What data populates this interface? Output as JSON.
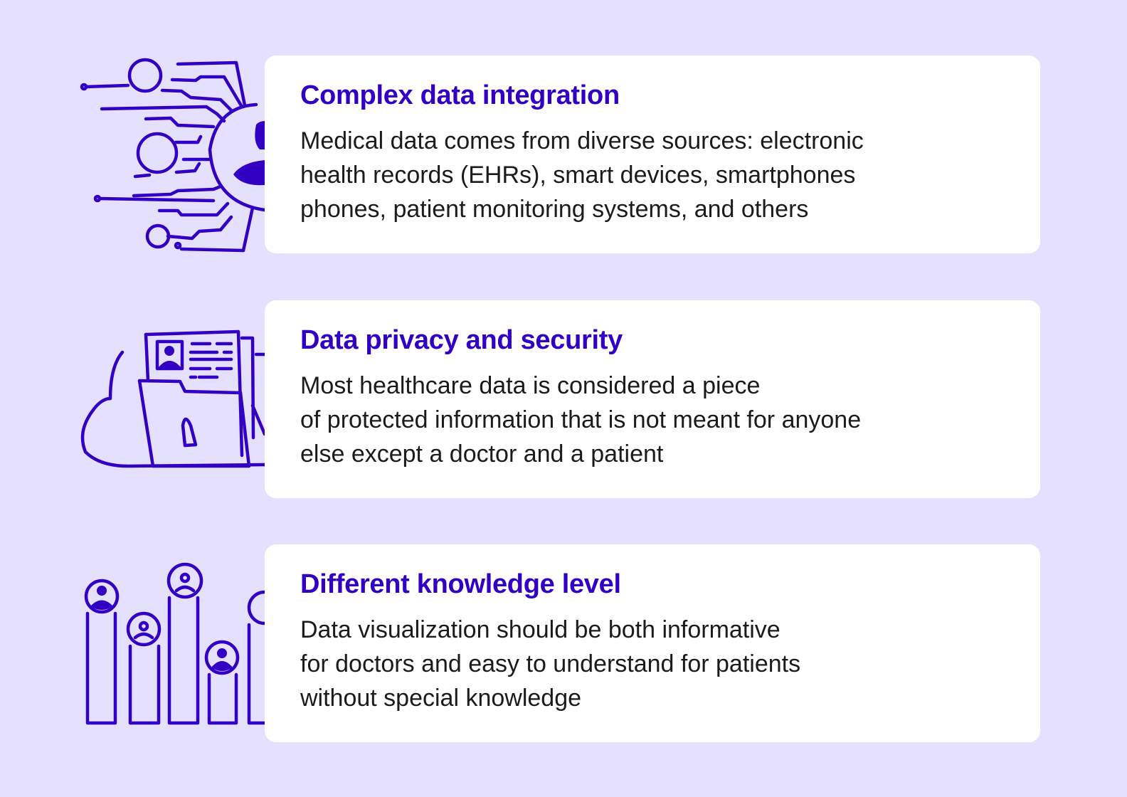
{
  "colors": {
    "background": "#e4e0fd",
    "card": "#ffffff",
    "accent": "#3100c3",
    "text": "#1b1b1b"
  },
  "items": [
    {
      "title": "Complex data integration",
      "lines": [
        "Medical data comes from diverse sources: electronic",
        "health records (EHRs), smart devices, smartphones",
        "phones, patient monitoring systems, and others"
      ],
      "icon": "network-hub-icon"
    },
    {
      "title": "Data privacy and security",
      "lines": [
        "Most healthcare data is considered a piece",
        "of protected information that is not meant for anyone",
        "else except a doctor and a patient"
      ],
      "icon": "locked-folder-cloud-icon"
    },
    {
      "title": "Different knowledge level",
      "lines": [
        "Data visualization should be both informative",
        "for doctors and easy to understand for patients",
        "without special knowledge"
      ],
      "icon": "user-bars-icon"
    }
  ]
}
